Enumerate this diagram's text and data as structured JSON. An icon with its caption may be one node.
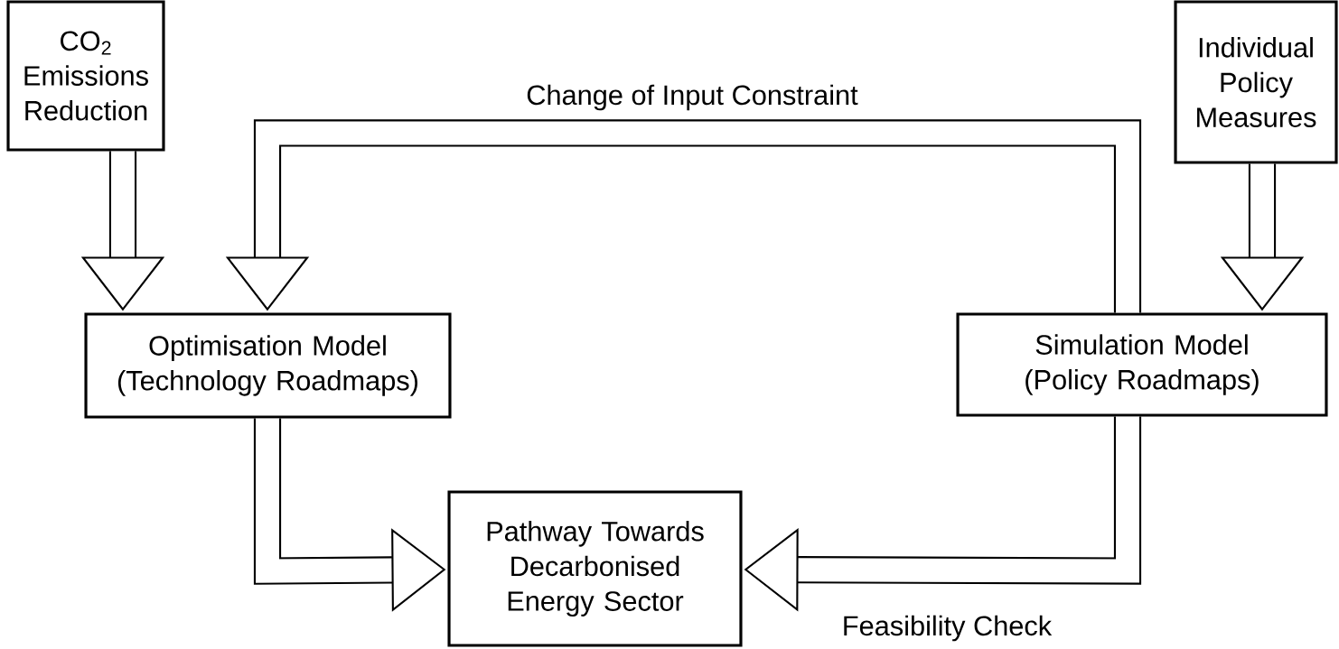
{
  "diagram": {
    "nodes": [
      {
        "text": [
          "CO$_{2}$ Emissions Reduction"
        ]
      },
      {
        "text": [
          "Individual Policy Measures"
        ]
      },
      {
        "text": [
          "Optimisation Model (Technology Roadmaps)"
        ]
      },
      {
        "text": [
          "Simulation Model (Policy Roadmaps)"
        ]
      },
      {
        "text": [
          "Pathway Towards Decarbonised Energy Sector"
        ]
      }
    ],
    "edges": [
      {
        "from": 0,
        "to": 2,
        "arrow": "to"
      },
      {
        "from": 1,
        "to": 3,
        "arrow": "to"
      },
      {
        "from": 3,
        "to": 2,
        "arrow": "to",
        "label": "Change of Input Constraint"
      },
      {
        "from": 2,
        "to": 4,
        "arrow": "to"
      },
      {
        "from": 3,
        "to": 4,
        "arrow": "to",
        "label": "Feasibility Check"
      }
    ]
  }
}
